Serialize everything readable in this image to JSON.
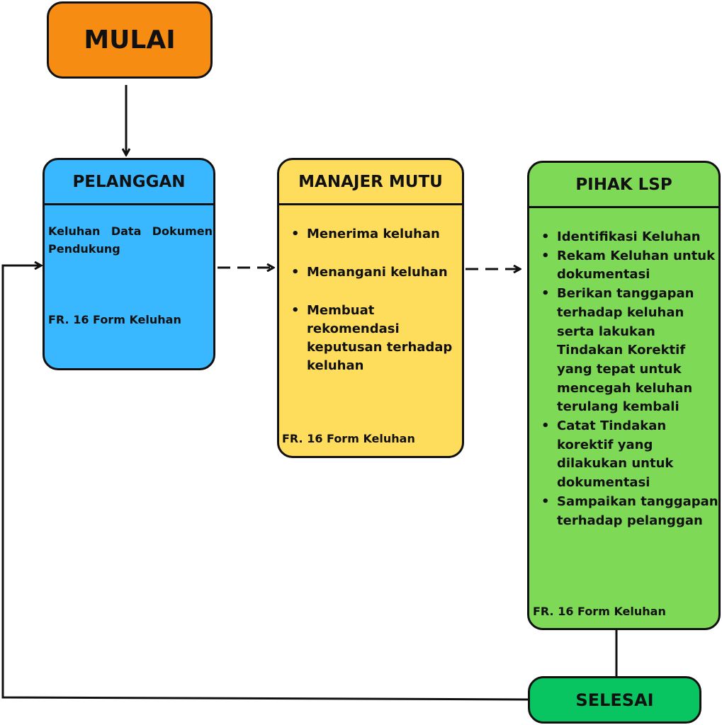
{
  "start": {
    "label": "MULAI",
    "color": "#F78C12"
  },
  "end": {
    "label": "SELESAI",
    "color": "#08C561"
  },
  "lanes": [
    {
      "title": "PELANGGAN",
      "color": "#39B7FF",
      "text": "Keluhan Data Dokumen Pendukung",
      "form": "FR. 16 Form Keluhan"
    },
    {
      "title": "MANAJER MUTU",
      "color": "#FFDD5C",
      "items": [
        "Menerima keluhan",
        "Menangani keluhan",
        "Membuat rekomendasi keputusan terhadap keluhan"
      ],
      "form": "FR. 16 Form Keluhan"
    },
    {
      "title": "PIHAK LSP",
      "color": "#7ED957",
      "items": [
        "Identifikasi Keluhan",
        "Rekam Keluhan untuk dokumentasi",
        "Berikan tanggapan terhadap keluhan serta lakukan Tindakan Korektif yang tepat untuk mencegah keluhan terulang kembali",
        "Catat Tindakan korektif yang dilakukan untuk dokumentasi",
        "Sampaikan tanggapan terhadap pelanggan"
      ],
      "form": "FR. 16 Form Keluhan"
    }
  ]
}
